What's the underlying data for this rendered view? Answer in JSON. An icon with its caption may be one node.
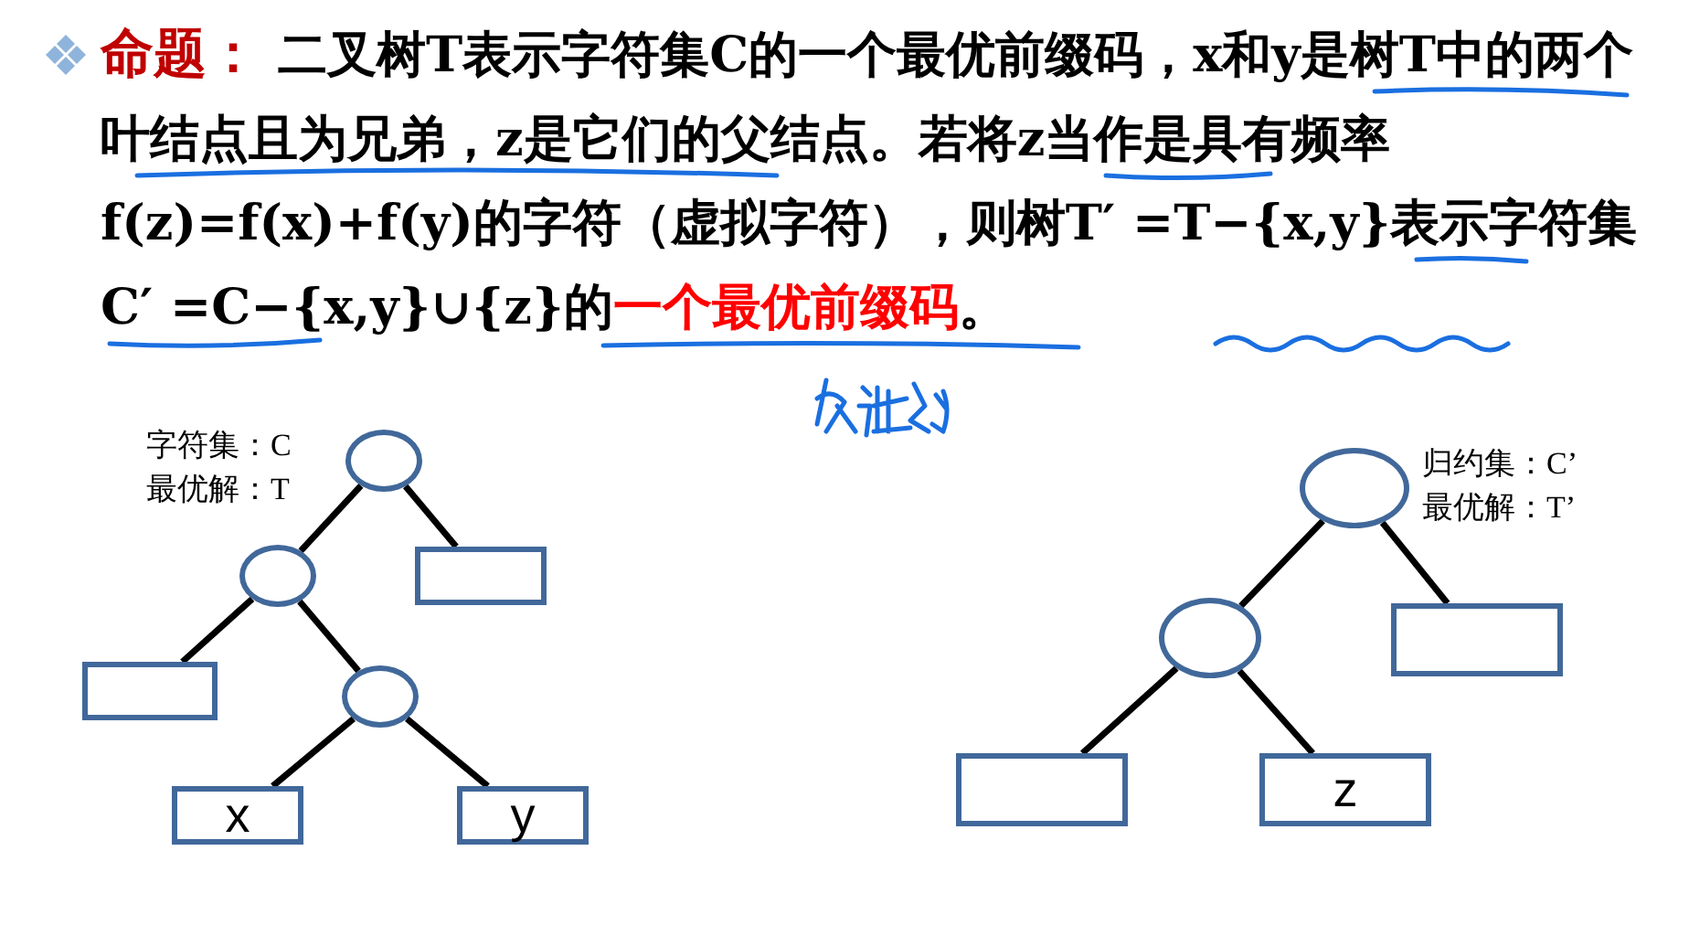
{
  "diagram": {
    "title": "命题：",
    "nodes": [
      {
        "text": [],
        "shape": "circle"
      },
      {
        "text": [],
        "shape": "circle"
      },
      {
        "text": [],
        "shape": "box"
      },
      {
        "text": [],
        "shape": "box"
      },
      {
        "text": [],
        "shape": "circle"
      },
      {
        "text": [
          "x"
        ]
      },
      {
        "text": [
          "y"
        ]
      },
      {
        "text": [],
        "shape": "circle"
      },
      {
        "text": [],
        "shape": "circle"
      },
      {
        "text": [],
        "shape": "box"
      },
      {
        "text": [],
        "shape": "box"
      },
      {
        "text": [
          "z"
        ]
      }
    ],
    "edges": [
      {
        "from": 0,
        "to": 1,
        "arrow": "none"
      },
      {
        "from": 0,
        "to": 2,
        "arrow": "none"
      },
      {
        "from": 1,
        "to": 3,
        "arrow": "none"
      },
      {
        "from": 1,
        "to": 4,
        "arrow": "none"
      },
      {
        "from": 4,
        "to": 5,
        "arrow": "none"
      },
      {
        "from": 4,
        "to": 6,
        "arrow": "none"
      },
      {
        "from": 7,
        "to": 8,
        "arrow": "none"
      },
      {
        "from": 7,
        "to": 9,
        "arrow": "none"
      },
      {
        "from": 8,
        "to": 10,
        "arrow": "none"
      },
      {
        "from": 8,
        "to": 11,
        "arrow": "none"
      }
    ],
    "labels": [
      "二叉树T表示字符集C的一个最优前缀码，x和y是树T中的两个叶结点且为兄弟，z是它们的父结点。若将z当作是具有频率f(z)=f(x)+f(y)的字符（虚拟字符），则树T′ =T−{x,y}表示字符集C′ =C−{x,y}∪{z}的",
      "一个最优前缀码",
      "。",
      "字符集：C",
      "最优解：T",
      "归约集：C’",
      "最优解：T’"
    ]
  }
}
